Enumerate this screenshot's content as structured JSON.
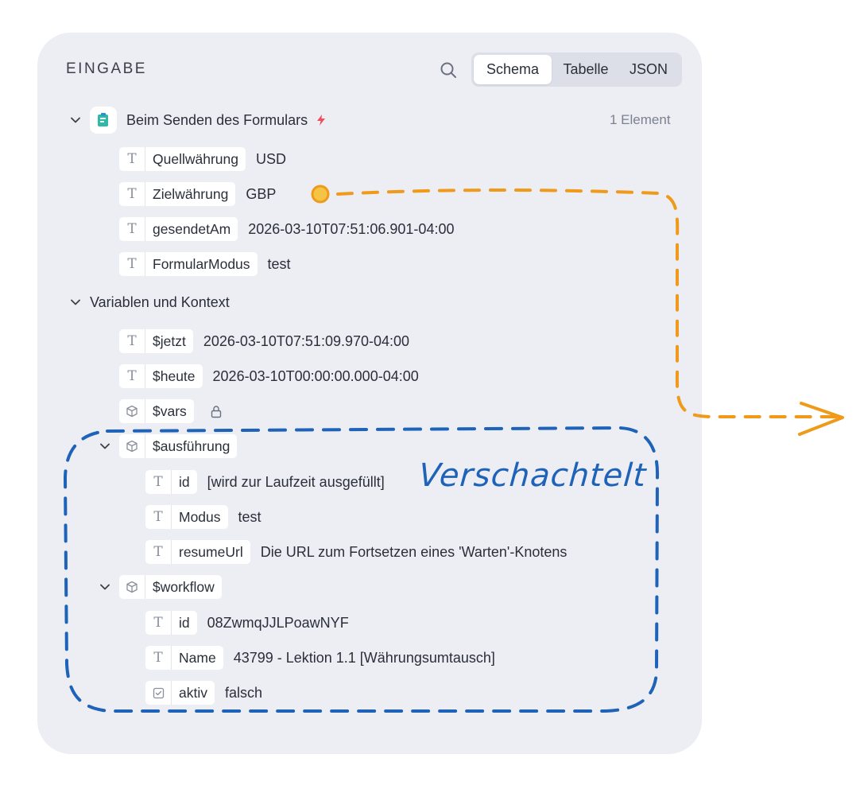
{
  "panel": {
    "title": "EINGABE",
    "search_icon": "search-icon",
    "tabs": [
      {
        "label": "Schema",
        "active": true
      },
      {
        "label": "Tabelle",
        "active": false
      },
      {
        "label": "JSON",
        "active": false
      }
    ]
  },
  "trigger": {
    "label": "Beim Senden des Formulars",
    "count": "1 Element",
    "icon": "form-trigger-icon",
    "badge_icon": "lightning-icon",
    "fields": [
      {
        "name": "Quellwährung",
        "value": "USD",
        "type": "text"
      },
      {
        "name": "Zielwährung",
        "value": "GBP",
        "type": "text"
      },
      {
        "name": "gesendetAm",
        "value": "2026-03-10T07:51:06.901-04:00",
        "type": "text"
      },
      {
        "name": "FormularModus",
        "value": "test",
        "type": "text"
      }
    ]
  },
  "context": {
    "label": "Variablen und Kontext",
    "jetzt": {
      "name": "$jetzt",
      "value": "2026-03-10T07:51:09.970-04:00"
    },
    "heute": {
      "name": "$heute",
      "value": "2026-03-10T00:00:00.000-04:00"
    },
    "vars": {
      "name": "$vars",
      "locked": true
    },
    "ausfuehrung": {
      "name": "$ausführung",
      "fields": [
        {
          "name": "id",
          "value": "[wird zur Laufzeit ausgefüllt]"
        },
        {
          "name": "Modus",
          "value": "test"
        },
        {
          "name": "resumeUrl",
          "value": "Die URL zum Fortsetzen eines 'Warten'-Knotens"
        }
      ]
    },
    "workflow": {
      "name": "$workflow",
      "fields": [
        {
          "name": "id",
          "value": "08ZwmqJJLPoawNYF",
          "type": "text"
        },
        {
          "name": "Name",
          "value": "43799 - Lektion 1.1 [Währungsumtausch]",
          "type": "text"
        },
        {
          "name": "aktiv",
          "value": "falsch",
          "type": "boolean"
        }
      ]
    }
  },
  "annotation": {
    "label": "Verschachtelt",
    "color": "#1f63b8",
    "arrow_color": "#ef9a1a"
  }
}
